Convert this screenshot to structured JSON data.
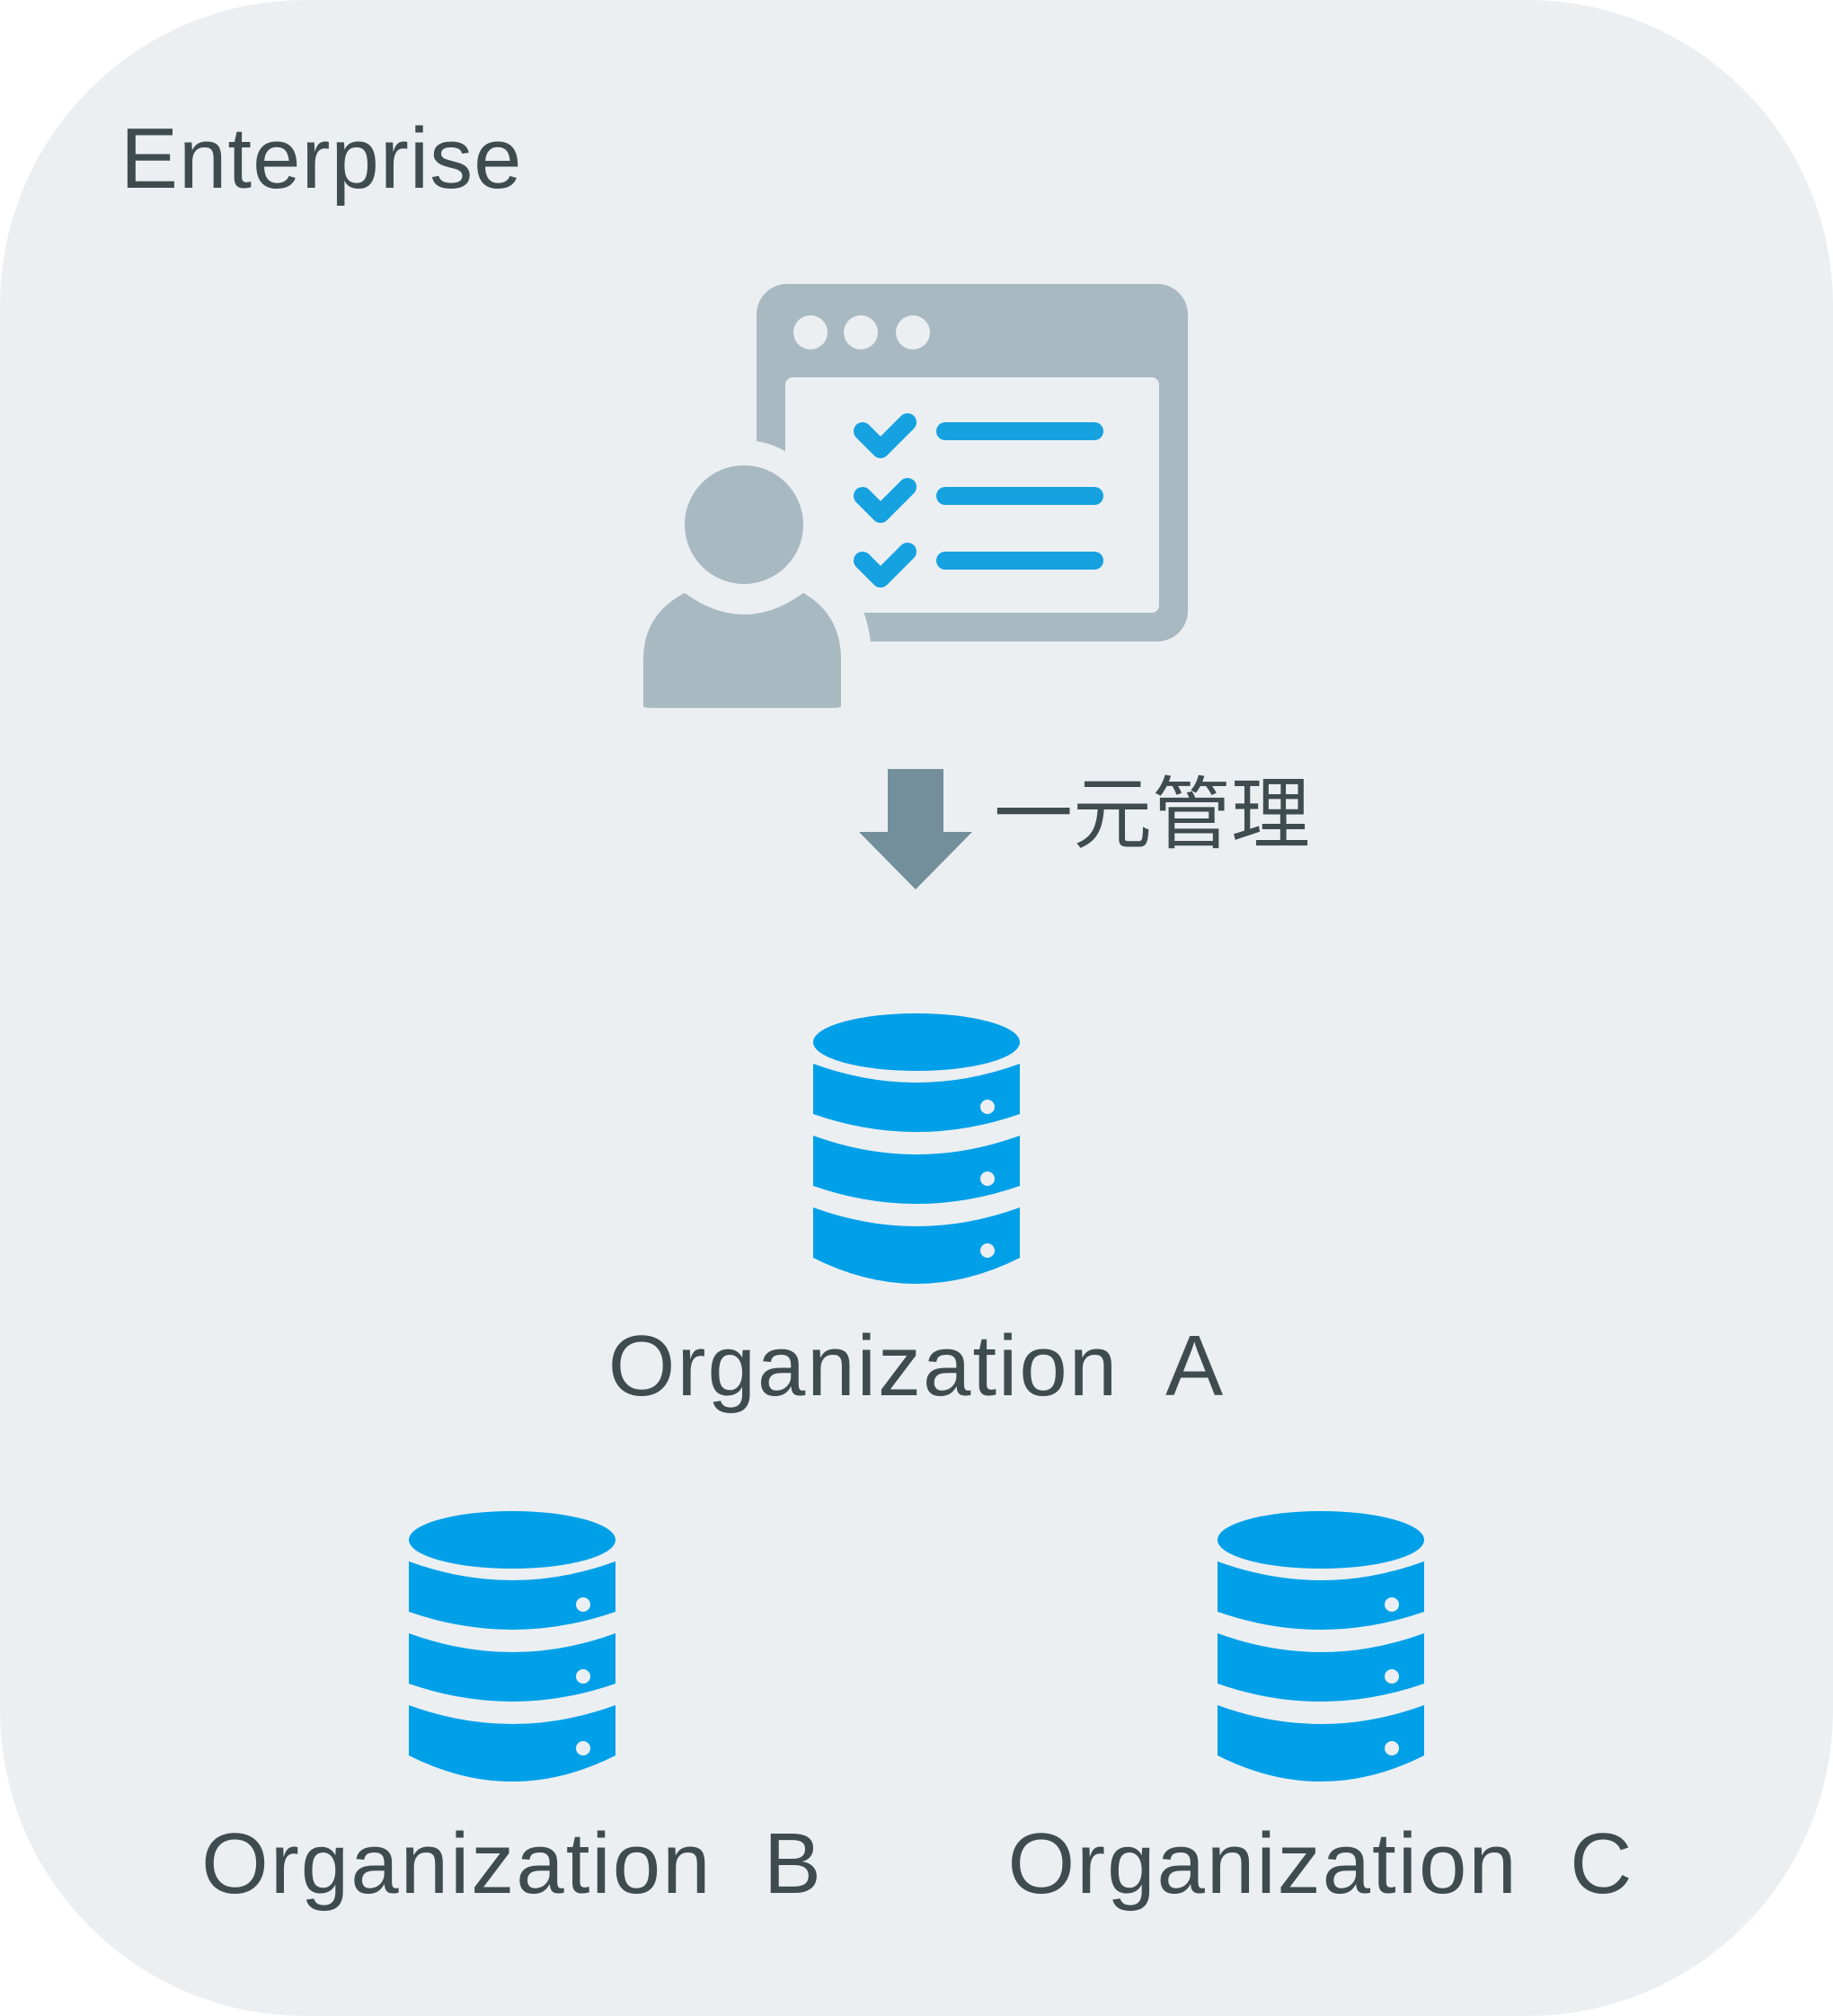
{
  "panel": {
    "title": "Enterprise"
  },
  "admin": {
    "icon": "admin-checklist-icon"
  },
  "flow": {
    "arrow_icon": "down-arrow-icon",
    "label": "一元管理"
  },
  "organizations": [
    {
      "name": "Organization  A",
      "icon": "database-icon"
    },
    {
      "name": "Organization  B",
      "icon": "database-icon"
    },
    {
      "name": "Organization  C",
      "icon": "database-icon"
    }
  ],
  "colors": {
    "panel_background": "#ebeff2",
    "text": "#3f4c4f",
    "gray_icon": "#a8b9c2",
    "arrow": "#738f9c",
    "accent_blue": "#00a0e8",
    "check_blue": "#16a1e0"
  }
}
